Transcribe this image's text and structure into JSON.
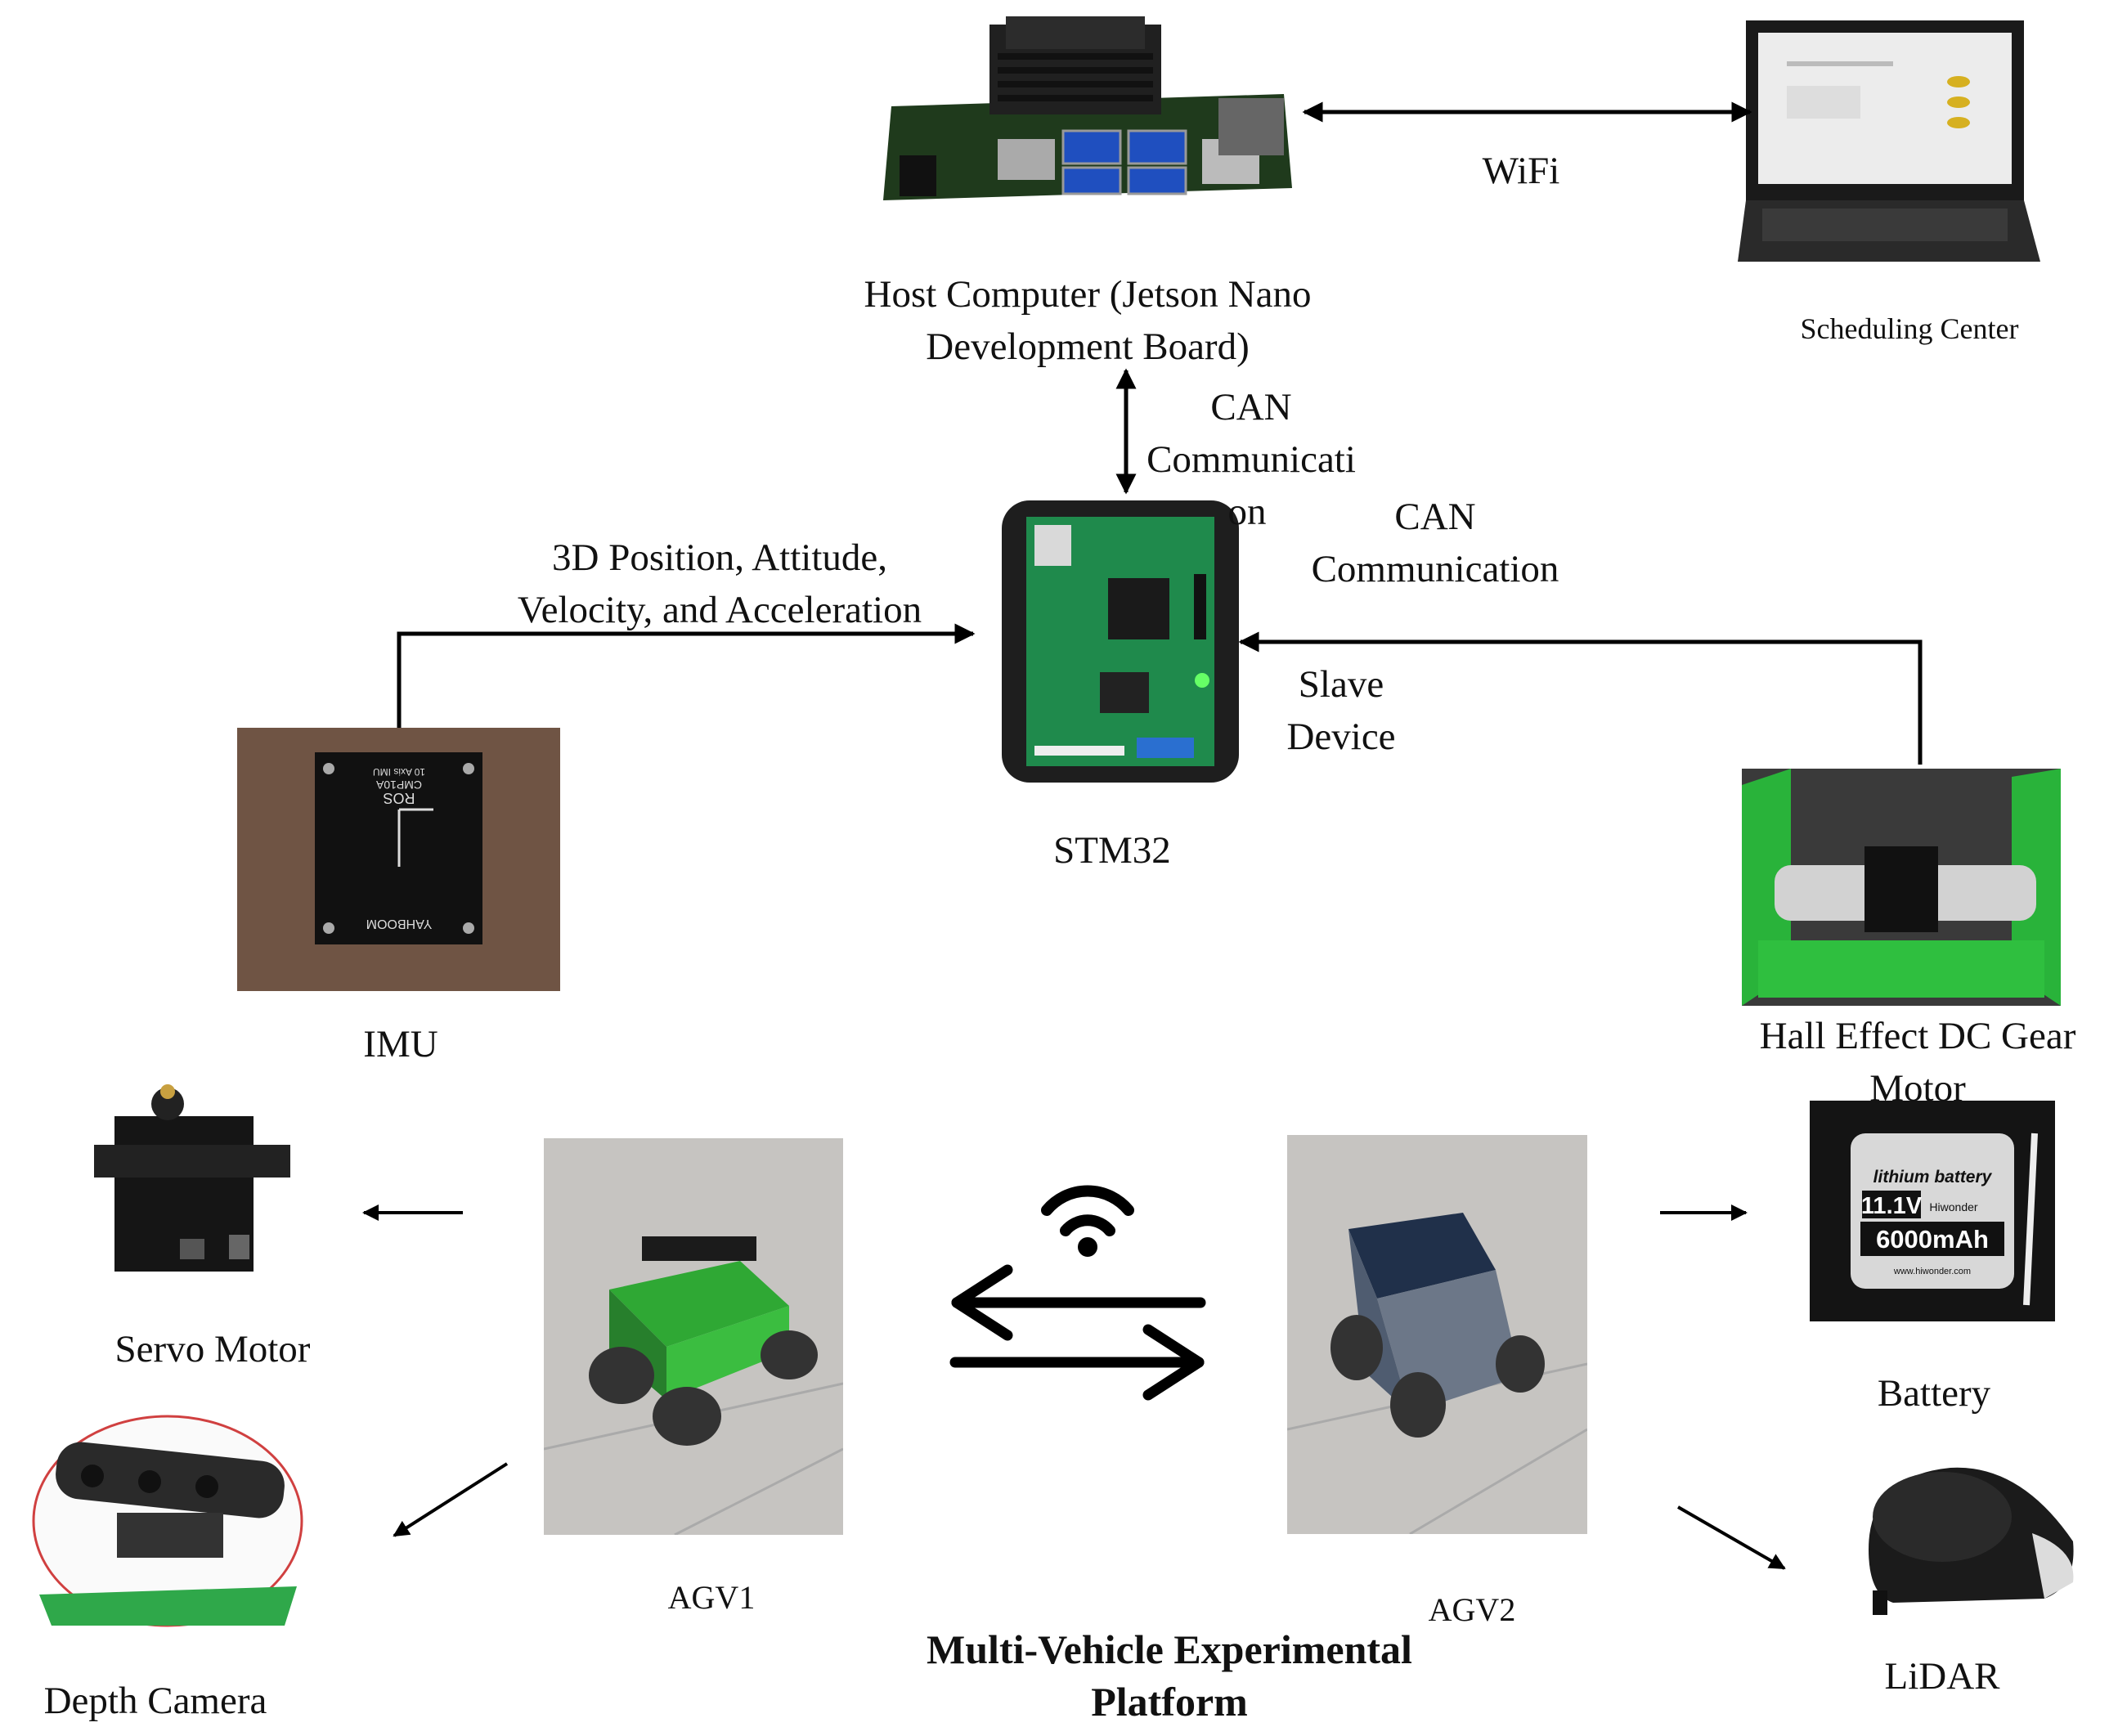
{
  "components": {
    "host_computer": {
      "line1": "Host Computer (Jetson Nano",
      "line2": "Development Board)"
    },
    "scheduling_center": "Scheduling Center",
    "stm32": "STM32",
    "imu": "IMU",
    "hall_motor": {
      "line1": "Hall Effect DC Gear",
      "line2": "Motor"
    },
    "servo_motor": "Servo Motor",
    "depth_camera": "Depth Camera",
    "battery": "Battery",
    "lidar": "LiDAR",
    "agv1": "AGV1",
    "agv2": "AGV2"
  },
  "links": {
    "wifi": "WiFi",
    "can_vertical": {
      "line1": "CAN",
      "line2": "Communicati",
      "line3": "on"
    },
    "can_right": {
      "line1": "CAN",
      "line2": "Communication"
    },
    "slave_device": {
      "line1": "Slave",
      "line2": "Device"
    },
    "imu_data": {
      "line1": "3D Position, Attitude,",
      "line2": "Velocity, and Acceleration"
    }
  },
  "photo_text": {
    "imu_brand": "YAHBOOM",
    "imu_model": "CMP10A",
    "imu_desc": "10 Axis IMU",
    "imu_ros": "ROS",
    "battery_type": "lithium battery",
    "battery_voltage": "11.1V",
    "battery_brand": "Hiwonder",
    "battery_capacity": "6000mAh",
    "battery_url": "www.hiwonder.com"
  },
  "platform_title": {
    "line1": "Multi-Vehicle Experimental",
    "line2": "Platform"
  }
}
